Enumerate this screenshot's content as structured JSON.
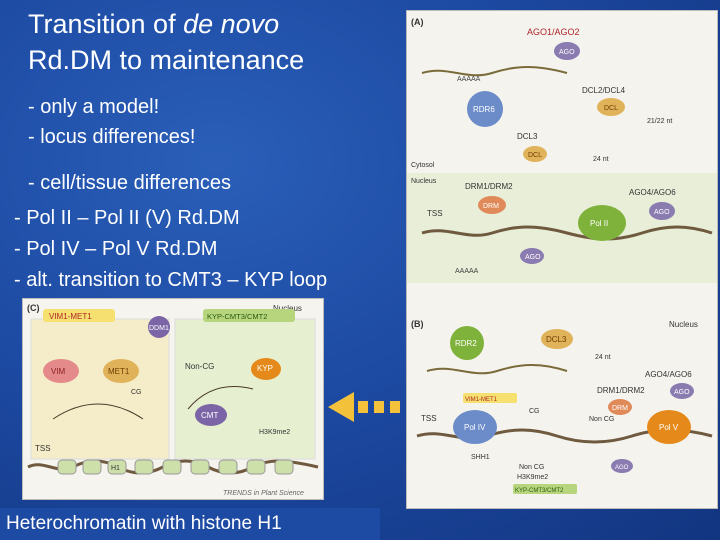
{
  "title": {
    "line1_prefix": "Transition of ",
    "line1_italic": "de novo",
    "line2": "Rd.DM to maintenance"
  },
  "notes": [
    "- only a model!",
    "- locus differences!",
    "- cell/tissue differences"
  ],
  "transitions": [
    "- Pol II – Pol II (V) Rd.DM",
    "- Pol IV – Pol V     Rd.DM",
    "- alt. transition to CMT3 – KYP loop"
  ],
  "caption": "Heterochromatin with histone H1",
  "panel_c": {
    "tag": "(C)",
    "nucleus": "Nucleus",
    "ddm1": "DDM1",
    "vim_met1": "VIM1-MET1",
    "kyp_cmt": "KYP-CMT3/CMT2",
    "vim": "VIM",
    "met1": "MET1",
    "cg": "CG",
    "non_cg": "Non-CG",
    "kyp": "KYP",
    "cmt": "CMT",
    "h3k9": "H3K9me2",
    "tss": "TSS",
    "h1": "H1",
    "credit": "TRENDS in Plant Science"
  },
  "panel_a": {
    "tag": "(A)",
    "ago12": "AGO1/AGO2",
    "ago": "AGO",
    "aaaa": "AAAAA",
    "dcl24": "DCL2/DCL4",
    "rdr6": "RDR6",
    "dcl": "DCL",
    "nt2122": "21/22 nt",
    "dcl3": "DCL3",
    "nt24": "24 nt",
    "cytosol": "Cytosol",
    "nucleus": "Nucleus",
    "drm12": "DRM1/DRM2",
    "drm": "DRM",
    "ago46": "AGO4/AGO6",
    "tss": "TSS",
    "pol2": "Pol II"
  },
  "panel_b": {
    "tag": "(B)",
    "nucleus": "Nucleus",
    "rdr2": "RDR2",
    "dcl3": "DCL3",
    "nt24": "24 nt",
    "ago46": "AGO4/AGO6",
    "drm12": "DRM1/DRM2",
    "ago": "AGO",
    "vim_met1": "VIM1-MET1",
    "cg": "CG",
    "non_cg": "Non CG",
    "drm": "DRM",
    "tss": "TSS",
    "pol4": "Pol IV",
    "pol5": "Pol V",
    "shh1": "SHH1",
    "non_cg2": "Non CG",
    "h3k9": "H3K9me2",
    "kyp_cmt": "KYP-CMT3/CMT2"
  },
  "colors": {
    "background": "#1d4aa3",
    "arrow": "#f3c23a"
  }
}
